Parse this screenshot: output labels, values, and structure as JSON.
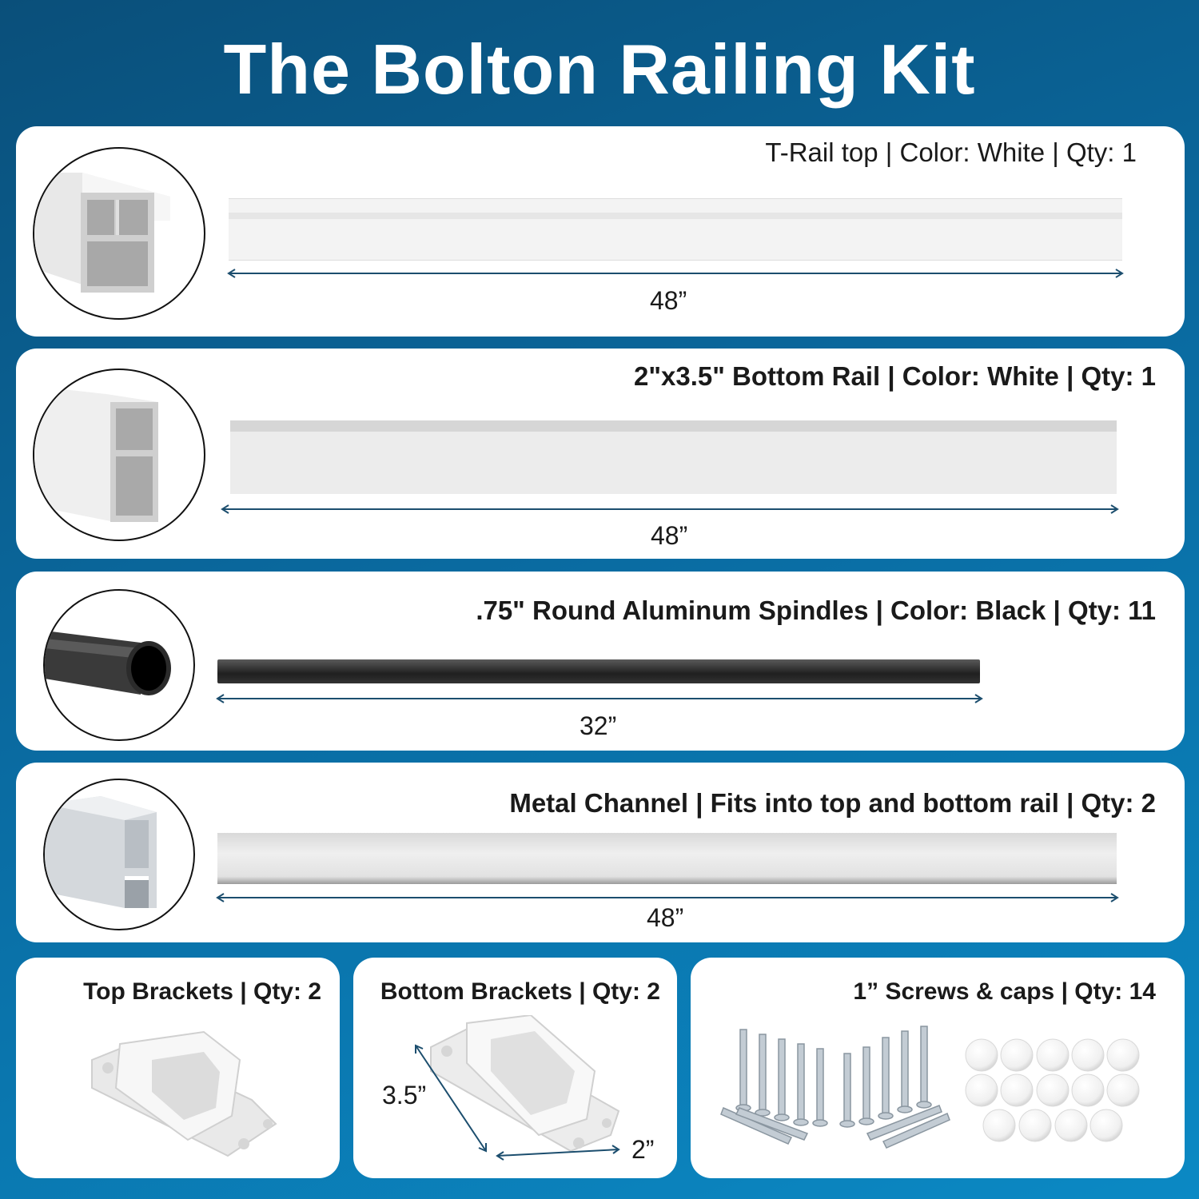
{
  "title": "The Bolton Railing Kit",
  "items": [
    {
      "label": "T-Rail top | Color: White | Qty: 1",
      "length": "48”"
    },
    {
      "label": "2\"x3.5\" Bottom Rail | Color: White | Qty: 1",
      "length": "48”"
    },
    {
      "label": ".75\" Round Aluminum Spindles | Color: Black | Qty: 11",
      "length": "32”"
    },
    {
      "label": "Metal Channel | Fits into top and bottom rail | Qty: 2",
      "length": "48”"
    }
  ],
  "small_items": [
    {
      "label": "Top Brackets | Qty: 2"
    },
    {
      "label": "Bottom Brackets | Qty: 2",
      "dim_a": "3.5”",
      "dim_b": "2”"
    },
    {
      "label": "1” Screws & caps | Qty: 14"
    }
  ],
  "colors": {
    "accent": "#0b89c4",
    "arrow": "#1c4e6e"
  }
}
